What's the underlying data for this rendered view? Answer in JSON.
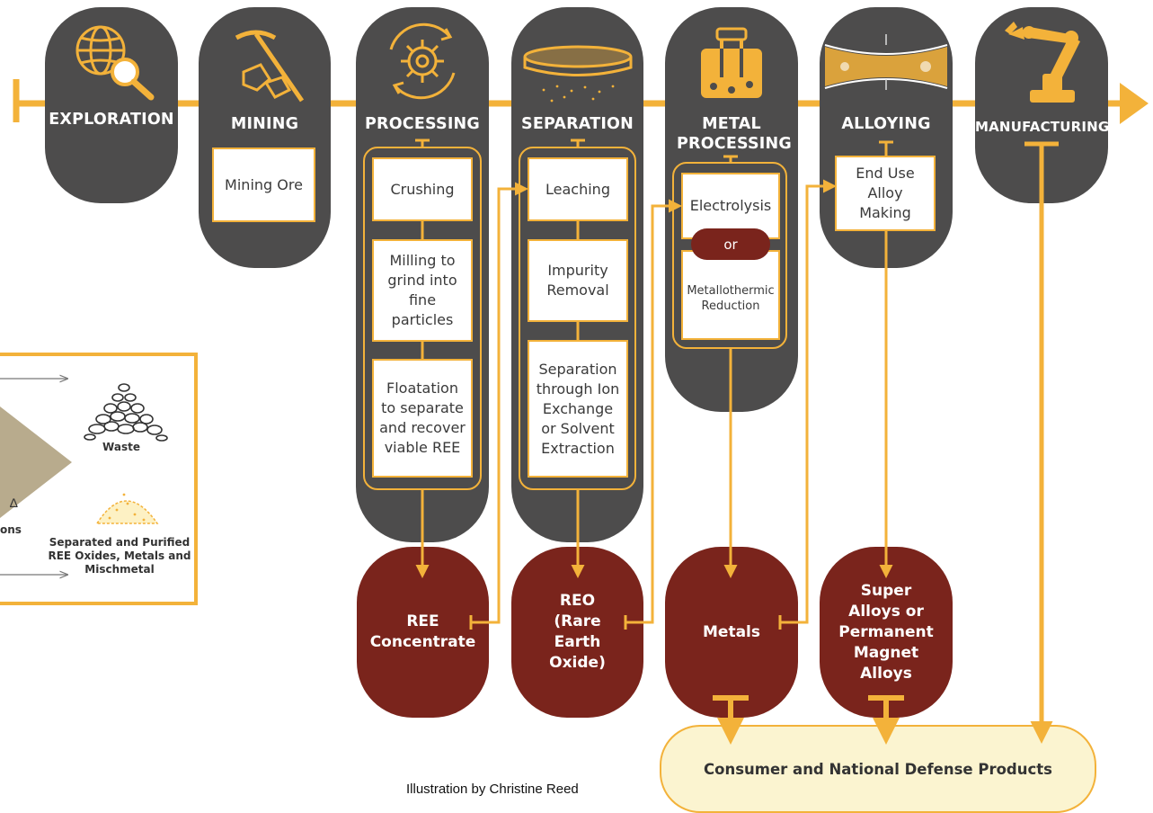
{
  "stages": [
    {
      "id": "exploration",
      "label": "EXPLORATION",
      "icon": "globe-magnifier-icon"
    },
    {
      "id": "mining",
      "label": "MINING",
      "icon": "pickaxe-ore-icon",
      "steps": [
        "Mining Ore"
      ]
    },
    {
      "id": "processing",
      "label": "PROCESSING",
      "icon": "gear-cycle-icon",
      "steps": [
        "Crushing",
        "Milling to grind into fine particles",
        "Floatation to separate and recover viable REE"
      ]
    },
    {
      "id": "separation",
      "label": "SEPARATION",
      "icon": "sieve-dish-icon",
      "steps": [
        "Leaching",
        "Impurity Removal",
        "Separation through Ion Exchange or Solvent Extraction"
      ]
    },
    {
      "id": "metal_processing",
      "label": "METAL PROCESSING",
      "icon": "electrolysis-cell-icon",
      "steps": [
        "Electrolysis",
        "Metallothermic Reduction"
      ],
      "connector": "or"
    },
    {
      "id": "alloying",
      "label": "ALLOYING",
      "icon": "pressed-alloy-icon",
      "steps": [
        "End Use Alloy Making"
      ]
    },
    {
      "id": "manufacturing",
      "label": "MANUFACTURING",
      "icon": "robot-arm-icon"
    }
  ],
  "products": [
    {
      "label": "REE Concentrate"
    },
    {
      "label": "REO (Rare Earth Oxide)"
    },
    {
      "label": "Metals"
    },
    {
      "label": "Super Alloys or Permanent Magnet Alloys"
    }
  ],
  "legend": {
    "waste": "Waste",
    "purified": "Separated and Purified REE Oxides, Metals and Mischmetal",
    "partial_label": "ons"
  },
  "consumer_label": "Consumer and National Defense Products",
  "credit": "Illustration by Christine Reed",
  "colors": {
    "gray": "#4d4c4c",
    "gold": "#f3b23a",
    "maroon": "#7a241c",
    "cream": "#fbf4d0",
    "beige": "#b8ab8d"
  }
}
